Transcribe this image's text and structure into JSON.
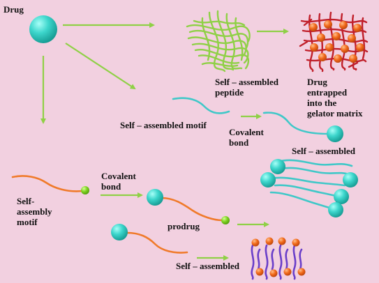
{
  "labels": {
    "drug": "Drug",
    "self_assembled_peptide": "Self – assembled\npeptide",
    "drug_entrapped": "Drug\nentrapped\ninto the\ngelator matrix",
    "self_assembled_motif": "Self – assembled motif",
    "covalent_bond_top": "Covalent\nbond",
    "self_assembled_right": "Self – assembled",
    "self_assembly_motif": "Self-\nassembly\nmotif",
    "covalent_bond_left": "Covalent\nbond",
    "prodrug": "prodrug",
    "self_assembled_bottom": "Self – assembled"
  },
  "colors": {
    "background": "#f2d0e0",
    "arrow": "#8fd046",
    "drug_sphere": "#3dd6cc",
    "motif_cyan": "#40c8c8",
    "motif_orange": "#f07a2a",
    "peptide_green": "#8fd046",
    "gel_red": "#c01f2a",
    "gel_orange": "#f26a1b",
    "bond_green": "#7ed320",
    "micelle_purple": "#6a3fc9"
  }
}
